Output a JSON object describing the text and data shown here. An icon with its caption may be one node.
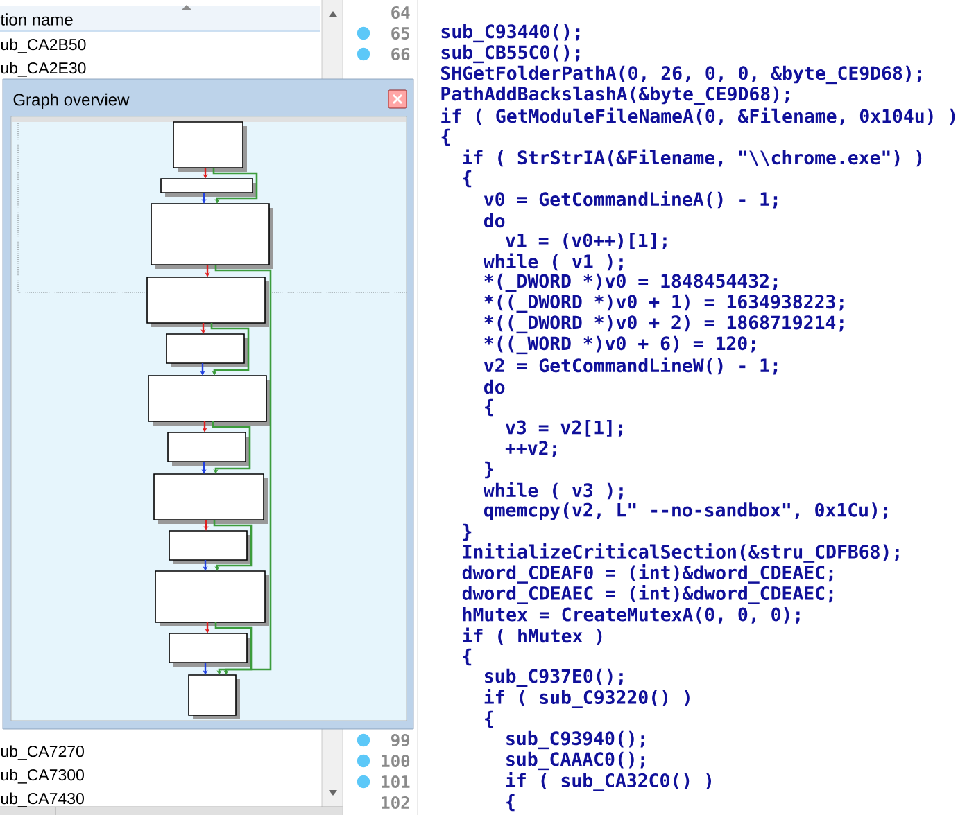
{
  "diagram": {
    "nodes": [
      {
        "text": [
          "Graph overview"
        ]
      },
      {
        "text": [],
        "shape": "box",
        "in": 0
      },
      {
        "text": [],
        "shape": "box",
        "in": 0
      },
      {
        "text": [],
        "shape": "box",
        "in": 0
      },
      {
        "text": [],
        "shape": "box",
        "in": 0
      },
      {
        "text": [],
        "shape": "box",
        "in": 0
      },
      {
        "text": [],
        "shape": "box",
        "in": 0
      },
      {
        "text": [],
        "shape": "box",
        "in": 0
      },
      {
        "text": [],
        "shape": "box",
        "in": 0
      },
      {
        "text": [],
        "shape": "box",
        "in": 0
      },
      {
        "text": [],
        "shape": "box",
        "in": 0
      },
      {
        "text": [],
        "shape": "box",
        "in": 0
      },
      {
        "text": [],
        "shape": "box",
        "in": 0
      }
    ],
    "edges": [
      {
        "from": 1,
        "to": 2,
        "arrow": "to",
        "color": "#e02020"
      },
      {
        "from": 2,
        "to": 3,
        "arrow": "to",
        "color": "#2040e0"
      },
      {
        "from": 3,
        "to": 4,
        "arrow": "to",
        "color": "#e02020"
      },
      {
        "from": 4,
        "to": 5,
        "arrow": "to",
        "color": "#e02020"
      },
      {
        "from": 5,
        "to": 6,
        "arrow": "to",
        "color": "#2040e0"
      },
      {
        "from": 6,
        "to": 7,
        "arrow": "to",
        "color": "#e02020"
      },
      {
        "from": 7,
        "to": 8,
        "arrow": "to",
        "color": "#2040e0"
      },
      {
        "from": 8,
        "to": 9,
        "arrow": "to",
        "color": "#e02020"
      },
      {
        "from": 9,
        "to": 10,
        "arrow": "to",
        "color": "#2040e0"
      },
      {
        "from": 10,
        "to": 11,
        "arrow": "to",
        "color": "#e02020"
      },
      {
        "from": 11,
        "to": 12,
        "arrow": "to",
        "color": "#2040e0"
      },
      {
        "from": 1,
        "to": 3,
        "arrow": "to",
        "color": "#3c9c3c"
      },
      {
        "from": 3,
        "to": 12,
        "arrow": "to",
        "color": "#3c9c3c"
      },
      {
        "from": 4,
        "to": 6,
        "arrow": "to",
        "color": "#3c9c3c"
      },
      {
        "from": 6,
        "to": 8,
        "arrow": "to",
        "color": "#3c9c3c"
      },
      {
        "from": 8,
        "to": 10,
        "arrow": "to",
        "color": "#3c9c3c"
      },
      {
        "from": 10,
        "to": 12,
        "arrow": "to",
        "color": "#3c9c3c"
      }
    ],
    "labels": [
      "tion name",
      "ub_CA2B50",
      "ub_CA2E30",
      "ub_CA7270",
      "ub_CA7300",
      "ub_CA7430",
      "64",
      "65",
      "66",
      "99",
      "100",
      "101",
      "102",
      "sub_C93440();",
      "sub_CB55C0();",
      "SHGetFolderPathA(0, 26, 0, 0, &byte_CE9D68);",
      "PathAddBackslashA(&byte_CE9D68);",
      "if ( GetModuleFileNameA(0, &Filename, 0x104u) )",
      "{",
      "if ( StrStrIA(&Filename, \"\\\\chrome.exe\") )",
      "{",
      "v0 = GetCommandLineA() - 1;",
      "do",
      "v1 = (v0++)[1];",
      "while ( v1 );",
      "*(_DWORD *)v0 = 1848454432;",
      "*((_DWORD *)v0 + 1) = 1634938223;",
      "*((_DWORD *)v0 + 2) = 1868719214;",
      "*((_WORD *)v0 + 6) = 120;",
      "v2 = GetCommandLineW() - 1;",
      "do",
      "{",
      "v3 = v2[1];",
      "++v2;",
      "}",
      "while ( v3 );",
      "qmemcpy(v2, L\" --no-sandbox\", 0x1Cu);",
      "}",
      "InitializeCriticalSection(&stru_CDFB68);",
      "dword_CDEAF0 = (int)&dword_CDEAEC;",
      "dword_CDEAEC = (int)&dword_CDEAEC;",
      "hMutex = CreateMutexA(0, 0, 0);",
      "if ( hMutex )",
      "{",
      "sub_C937E0();",
      "if ( sub_C93220() )",
      "{",
      "sub_C93940();",
      "sub_CAAAC0();",
      "if ( sub_CA32C0() )",
      "{"
    ]
  }
}
